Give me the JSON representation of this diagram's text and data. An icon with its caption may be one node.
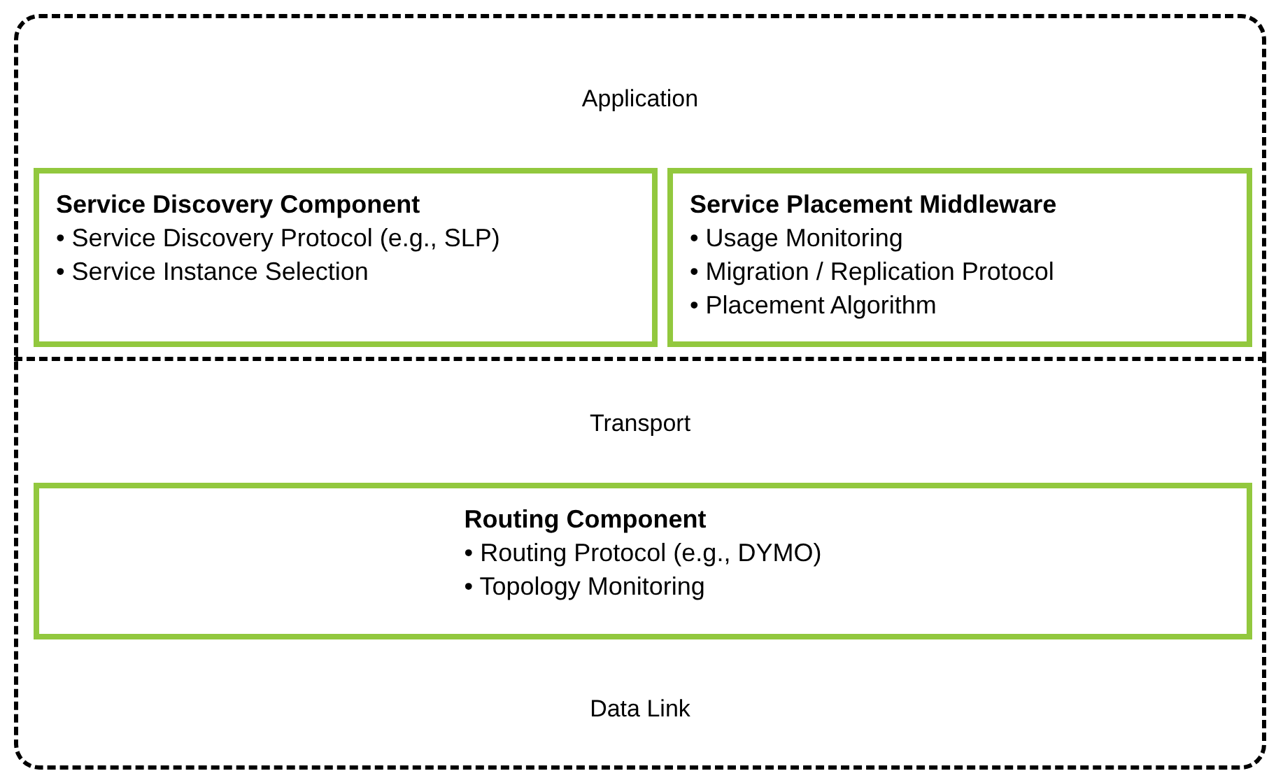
{
  "diagram": {
    "nodes": [
      {
        "text": [
          "Application"
        ]
      },
      {
        "text": [
          "Service Discovery Component",
          "• Service Discovery Protocol (e.g., SLP)",
          "• Service Instance Selection"
        ],
        "in": 0
      },
      {
        "text": [
          "Service Placement Middleware",
          "• Usage Monitoring",
          "• Migration / Replication Protocol",
          "• Placement Algorithm"
        ],
        "in": 0
      },
      {
        "text": [
          "Transport",
          "Data Link"
        ]
      },
      {
        "text": [
          "Routing Component",
          "• Routing Protocol (e.g., DYMO)",
          "• Topology Monitoring"
        ],
        "in": 3
      }
    ]
  }
}
